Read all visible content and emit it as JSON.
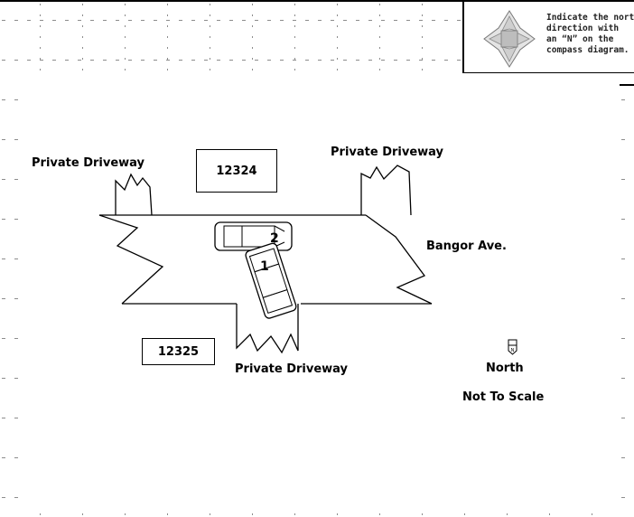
{
  "compass_panel": {
    "instruction_lines": [
      "Indicate the north",
      "direction with",
      "an “N” on the",
      "compass diagram."
    ]
  },
  "scene": {
    "driveway_top_left": "Private Driveway",
    "driveway_top_right": "Private Driveway",
    "driveway_bottom": "Private Driveway",
    "street_name": "Bangor Ave.",
    "address_top": "12324",
    "address_bottom": "12325",
    "vehicle_1_label": "1",
    "vehicle_2_label": "2",
    "north_label": "North",
    "scale_note": "Not To Scale"
  },
  "colors": {
    "ink": "#000000",
    "grid_dot": "#8c8c8c",
    "compass_fill": "#d9d9d9",
    "compass_center": "#bdbdbd"
  },
  "icons": [
    "compass-icon",
    "north-arrow-icon"
  ]
}
